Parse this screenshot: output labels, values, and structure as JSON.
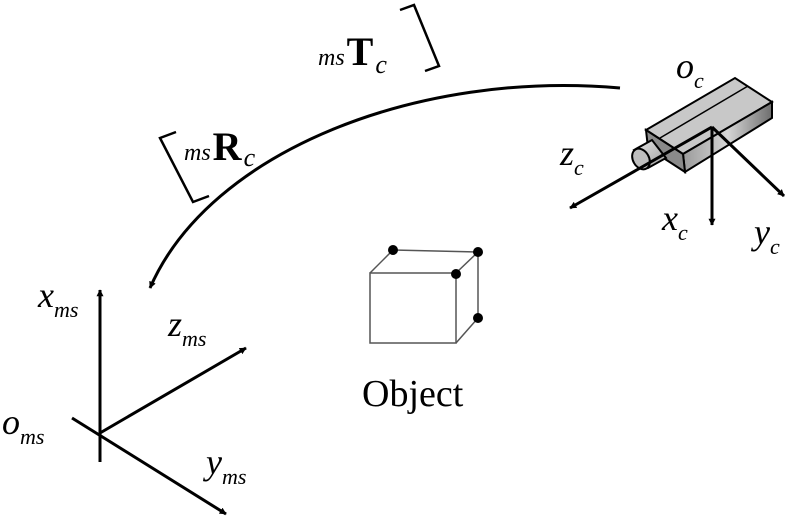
{
  "measurement_frame": {
    "origin": {
      "main": "o",
      "sub": "ms"
    },
    "axis_x": {
      "main": "x",
      "sub": "ms"
    },
    "axis_y": {
      "main": "y",
      "sub": "ms"
    },
    "axis_z": {
      "main": "z",
      "sub": "ms"
    }
  },
  "camera_frame": {
    "origin": {
      "main": "o",
      "sub": "c"
    },
    "axis_x": {
      "main": "x",
      "sub": "c"
    },
    "axis_y": {
      "main": "y",
      "sub": "c"
    },
    "axis_z": {
      "main": "z",
      "sub": "c"
    }
  },
  "transform": {
    "rotation": {
      "pre": "ms",
      "main": "R",
      "sub": "c"
    },
    "translation": {
      "pre": "ms",
      "main": "T",
      "sub": "c"
    }
  },
  "object": {
    "label": "Object"
  }
}
